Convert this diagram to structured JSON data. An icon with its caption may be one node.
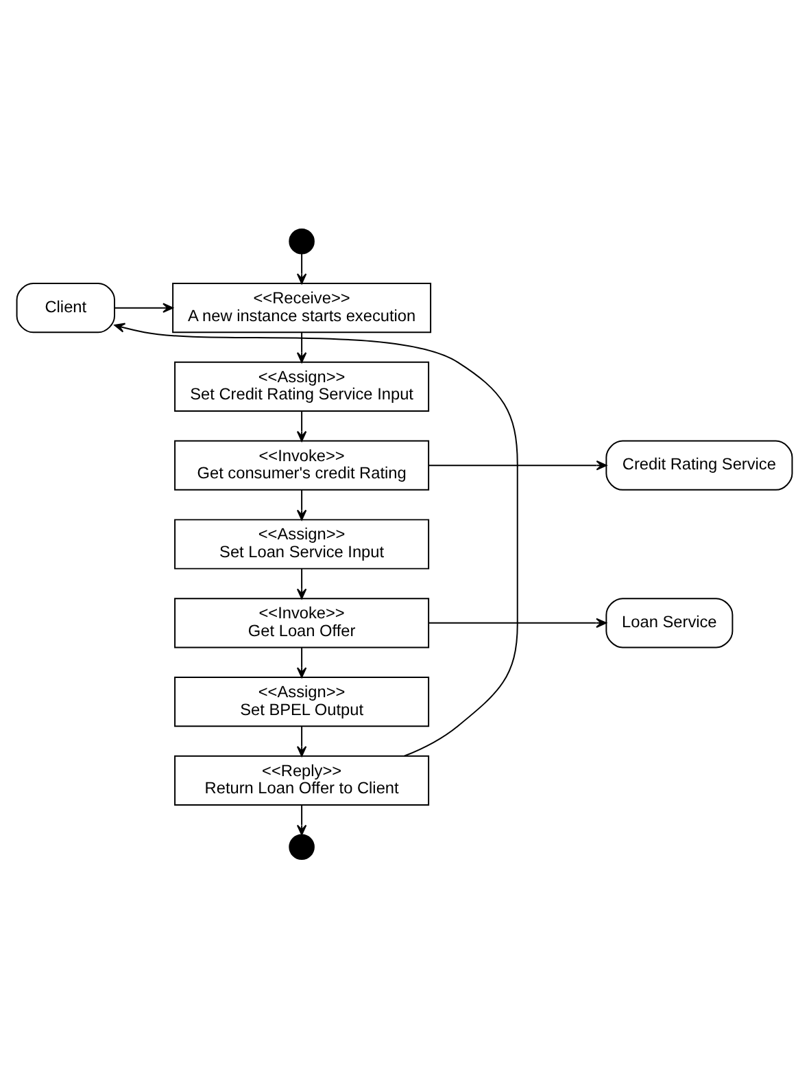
{
  "diagram": {
    "nodes": [
      {
        "text": [],
        "shape": "circle"
      },
      {
        "text": [
          "Client"
        ]
      },
      {
        "text": [
          "<<Receive>>",
          "A new instance starts execution"
        ]
      },
      {
        "text": [
          "<<Assign>>",
          "Set Credit Rating Service Input"
        ]
      },
      {
        "text": [
          "Credit Rating Service"
        ]
      },
      {
        "text": [
          "<<Invoke>>",
          "Get consumer's credit Rating"
        ]
      },
      {
        "text": [
          "<<Assign>>",
          "Set Loan Service Input"
        ]
      },
      {
        "text": [
          "Loan Service"
        ]
      },
      {
        "text": [
          "<<Invoke>>",
          "Get Loan Offer"
        ]
      },
      {
        "text": [
          "<<Assign>>",
          "Set BPEL Output"
        ]
      },
      {
        "text": [
          "<<Reply>>",
          "Return Loan Offer to Client"
        ]
      },
      {
        "text": [],
        "shape": "circle"
      }
    ],
    "edges": [
      {
        "from": 0,
        "to": 2,
        "arrow": "to"
      },
      {
        "from": 1,
        "to": 2,
        "arrow": "to"
      },
      {
        "from": 2,
        "to": 3,
        "arrow": "to"
      },
      {
        "from": 3,
        "to": 5,
        "arrow": "to"
      },
      {
        "from": 5,
        "to": 4,
        "arrow": "to"
      },
      {
        "from": 5,
        "to": 6,
        "arrow": "to"
      },
      {
        "from": 6,
        "to": 8,
        "arrow": "to"
      },
      {
        "from": 8,
        "to": 7,
        "arrow": "to"
      },
      {
        "from": 8,
        "to": 9,
        "arrow": "to"
      },
      {
        "from": 9,
        "to": 10,
        "arrow": "to"
      },
      {
        "from": 10,
        "to": 1,
        "arrow": "to"
      },
      {
        "from": 10,
        "to": 11,
        "arrow": "to"
      }
    ]
  }
}
